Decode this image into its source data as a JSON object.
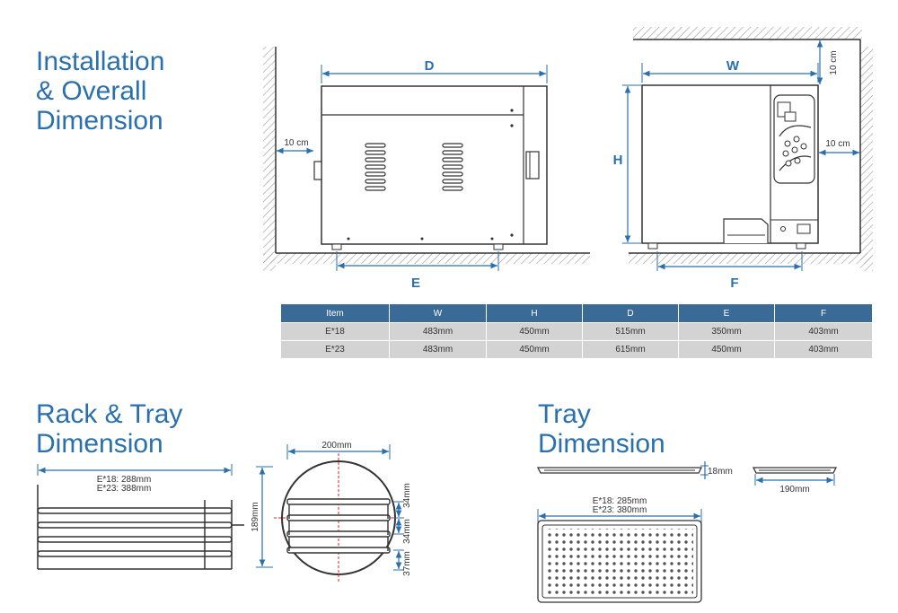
{
  "headings": {
    "installation": [
      "Installation",
      "& Overall",
      "Dimension"
    ],
    "rack": [
      "Rack & Tray",
      "Dimension"
    ],
    "tray": [
      "Tray",
      "Dimension"
    ]
  },
  "labels": {
    "d": "D",
    "e": "E",
    "w": "W",
    "h": "H",
    "f": "F",
    "clearance": "10 cm",
    "rack_length_18": "E*18: 288mm",
    "rack_length_23": "E*23: 388mm",
    "rack_width": "200mm",
    "rack_height": "189mm",
    "tray_gap_1": "34mm",
    "tray_gap_2": "34mm",
    "tray_gap_3": "37mm",
    "tray_height": "18mm",
    "tray_width": "190mm",
    "tray_length_18": "E*18: 285mm",
    "tray_length_23": "E*23: 380mm"
  },
  "table": {
    "headers": [
      "Item",
      "W",
      "H",
      "D",
      "E",
      "F"
    ],
    "rows": [
      [
        "E*18",
        "483mm",
        "450mm",
        "515mm",
        "350mm",
        "403mm"
      ],
      [
        "E*23",
        "483mm",
        "450mm",
        "615mm",
        "450mm",
        "403mm"
      ]
    ]
  },
  "colors": {
    "accent": "#2a6fae",
    "table_header": "#3a6a96",
    "table_row": "#d3d3d3",
    "drawing": "#333333",
    "hatch": "#999999"
  }
}
